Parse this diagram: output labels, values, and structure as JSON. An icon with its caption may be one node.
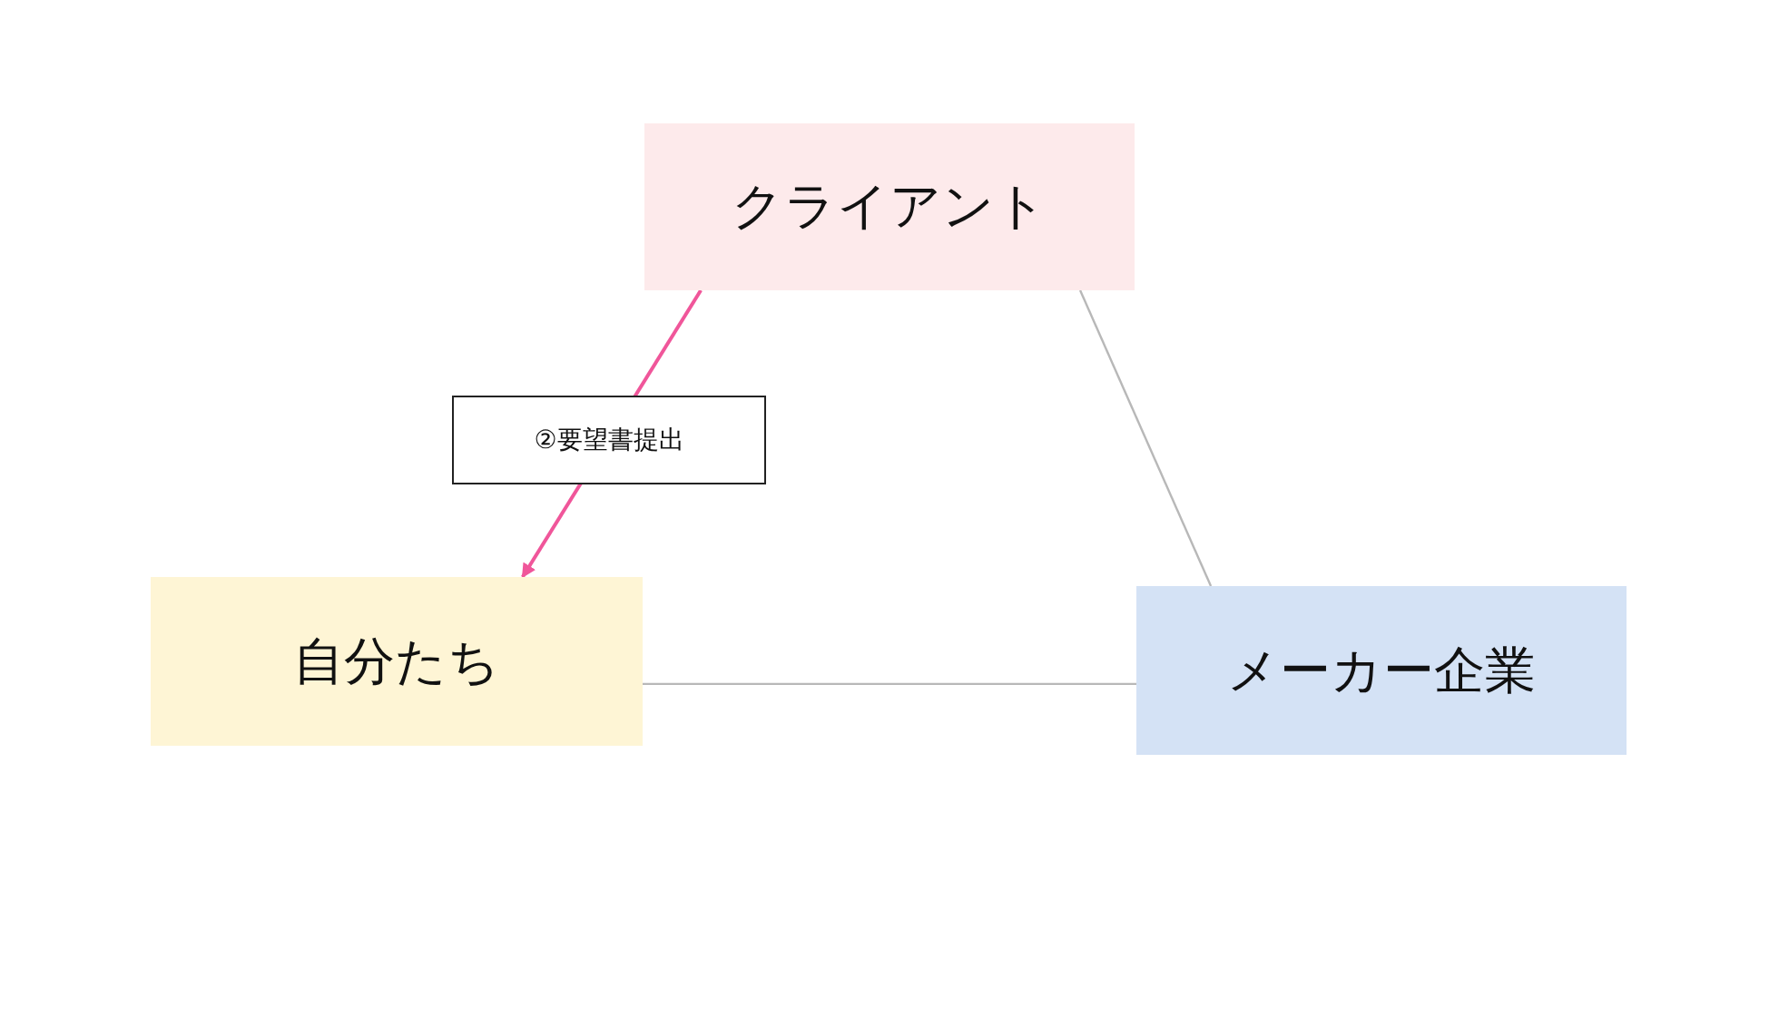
{
  "diagram": {
    "nodes": [
      {
        "text": [
          "クライアント"
        ]
      },
      {
        "text": [
          "自分たち"
        ]
      },
      {
        "text": [
          "メーカー企業"
        ]
      }
    ],
    "edges": [
      {
        "from": 0,
        "to": 1,
        "arrow": "to",
        "label": "②要望書提出",
        "color": "#f0569a"
      },
      {
        "from": 0,
        "to": 2,
        "arrow": "none"
      },
      {
        "from": 1,
        "to": 2,
        "arrow": "none"
      }
    ]
  }
}
